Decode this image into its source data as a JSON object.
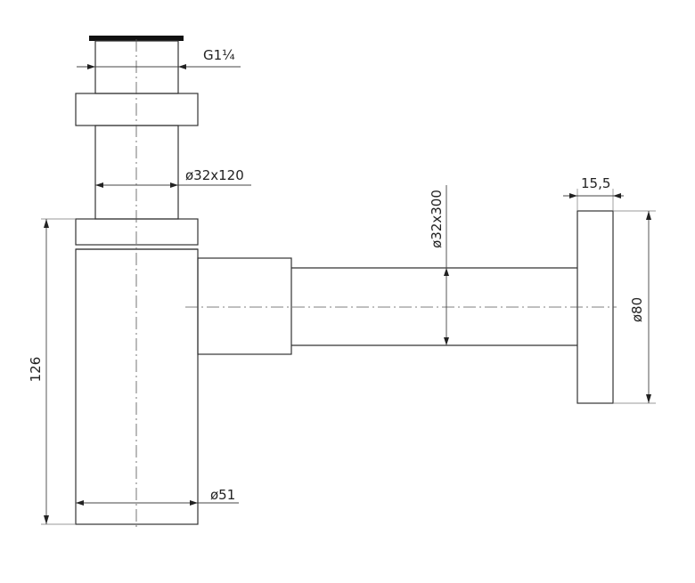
{
  "dimensions": {
    "thread": "G1¼",
    "tube": "ø32x120",
    "outlet_pipe": "ø32x300",
    "flange_thickness": "15,5",
    "flange_diameter": "ø80",
    "height": "126",
    "body_diameter": "ø51"
  }
}
